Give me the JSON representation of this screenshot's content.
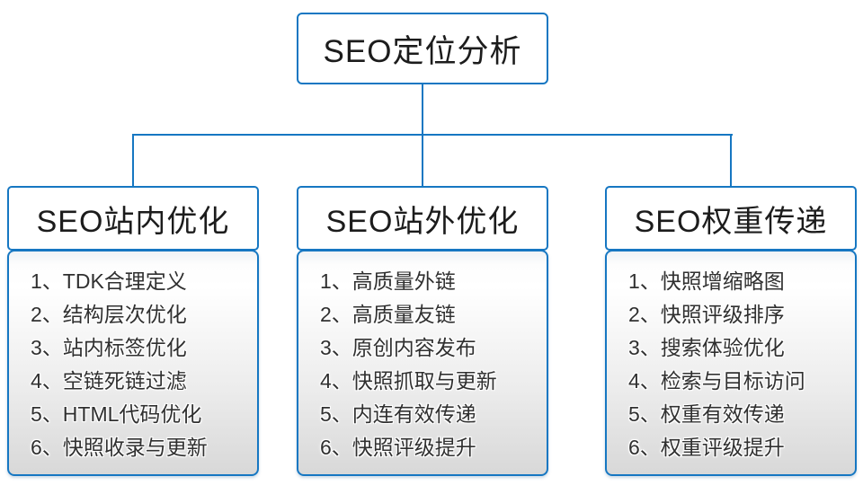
{
  "diagram": {
    "type": "org-tree",
    "root": {
      "title": "SEO定位分析"
    },
    "branches": [
      {
        "title": "SEO站内优化",
        "items": [
          "1、TDK合理定义",
          "2、结构层次优化",
          "3、站内标签优化",
          "4、空链死链过滤",
          "5、HTML代码优化",
          "6、快照收录与更新"
        ]
      },
      {
        "title": "SEO站外优化",
        "items": [
          "1、高质量外链",
          "2、高质量友链",
          "3、原创内容发布",
          "4、快照抓取与更新",
          "5、内连有效传递",
          "6、快照评级提升"
        ]
      },
      {
        "title": "SEO权重传递",
        "items": [
          "1、快照增缩略图",
          "2、快照评级排序",
          "3、搜索体验优化",
          "4、检索与目标访问",
          "5、权重有效传递",
          "6、权重评级提升"
        ]
      }
    ],
    "colors": {
      "accent_blue": "#1677c2",
      "header_text": "#1c1c1c",
      "list_text": "#303030",
      "list_gradient_top": "#ffffff",
      "list_gradient_bottom": "#d8d8d8",
      "background": "#ffffff"
    }
  }
}
